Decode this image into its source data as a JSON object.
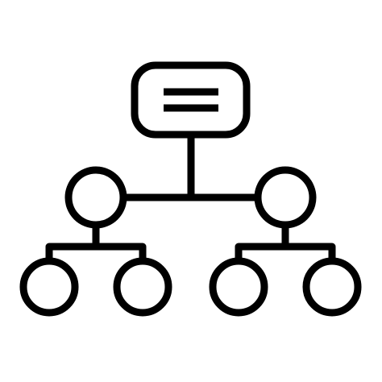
{
  "icon": {
    "name": "hierarchy-org-chart-icon",
    "style": "outline",
    "stroke_color": "#000000",
    "background_color": "#ffffff"
  },
  "structure": {
    "root": {
      "shape": "rounded-rectangle",
      "content": "two-horizontal-lines"
    },
    "level_2": {
      "count": 2,
      "shape": "circle"
    },
    "level_3": {
      "count": 4,
      "shape": "circle",
      "children_per_parent": 2
    }
  }
}
